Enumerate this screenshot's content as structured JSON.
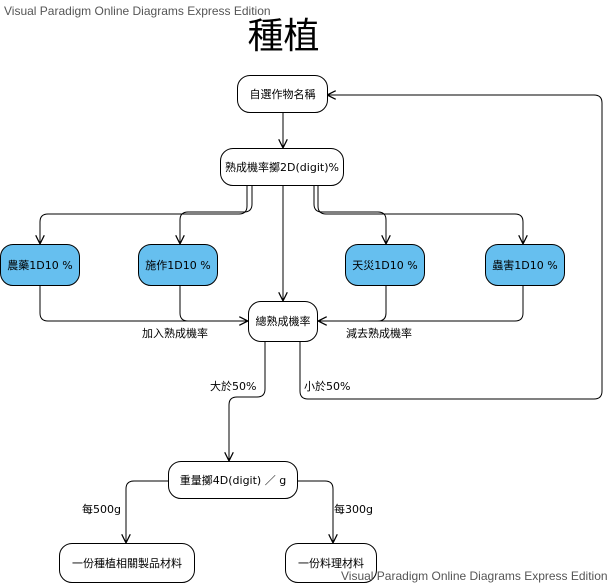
{
  "watermark": "Visual Paradigm Online Diagrams Express Edition",
  "title": "種植",
  "nodes": {
    "select_crop": "自選作物名稱",
    "roll_ripeness": "熟成機率擲2D(digit)%",
    "pesticide": "農藥1D10 %",
    "fertilize": "施作1D10 %",
    "disaster": "天災1D10 %",
    "pest": "蟲害1D10 %",
    "total_ripeness": "總熟成機率",
    "roll_weight": "重量擲4D(digit) ／ g",
    "product_material": "一份種植相關製品材料",
    "cooking_material": "一份料理材料"
  },
  "edge_labels": {
    "add_ripeness": "加入熟成機率",
    "subtract_ripeness": "減去熟成機率",
    "over_50": "大於50%",
    "under_50": "小於50%",
    "per_500g": "每500g",
    "per_300g": "每300g"
  },
  "colors": {
    "modifier_fill": "#66bfef",
    "stroke": "#000000"
  }
}
